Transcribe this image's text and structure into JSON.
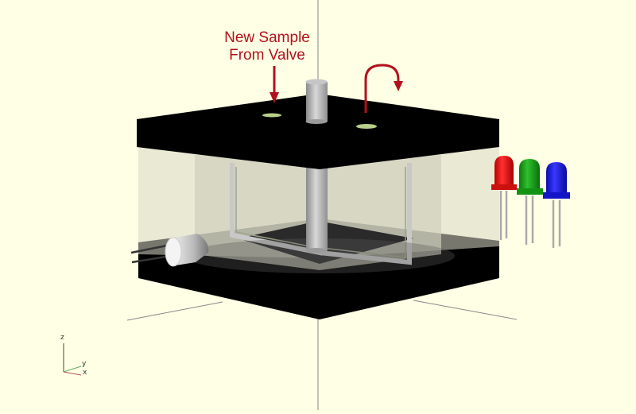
{
  "scene": {
    "background": "#ffffe5",
    "annotation": {
      "line1": "New Sample",
      "line2": "From Valve",
      "color": "#b0121d"
    },
    "axes_indicator": {
      "z": "z",
      "y": "y",
      "x": "x"
    },
    "components": [
      {
        "name": "top-plate",
        "color": "#000000"
      },
      {
        "name": "bottom-plate",
        "color": "#000000"
      },
      {
        "name": "transparent-chamber",
        "color": "#d8d8c8"
      },
      {
        "name": "center-rod",
        "color": "#b0b0b0"
      },
      {
        "name": "inlet-port"
      },
      {
        "name": "outlet-port"
      },
      {
        "name": "photodiode-sensor"
      },
      {
        "name": "led-red",
        "color": "#e01010"
      },
      {
        "name": "led-green",
        "color": "#17a317"
      },
      {
        "name": "led-blue",
        "color": "#1a1ae0"
      }
    ]
  }
}
